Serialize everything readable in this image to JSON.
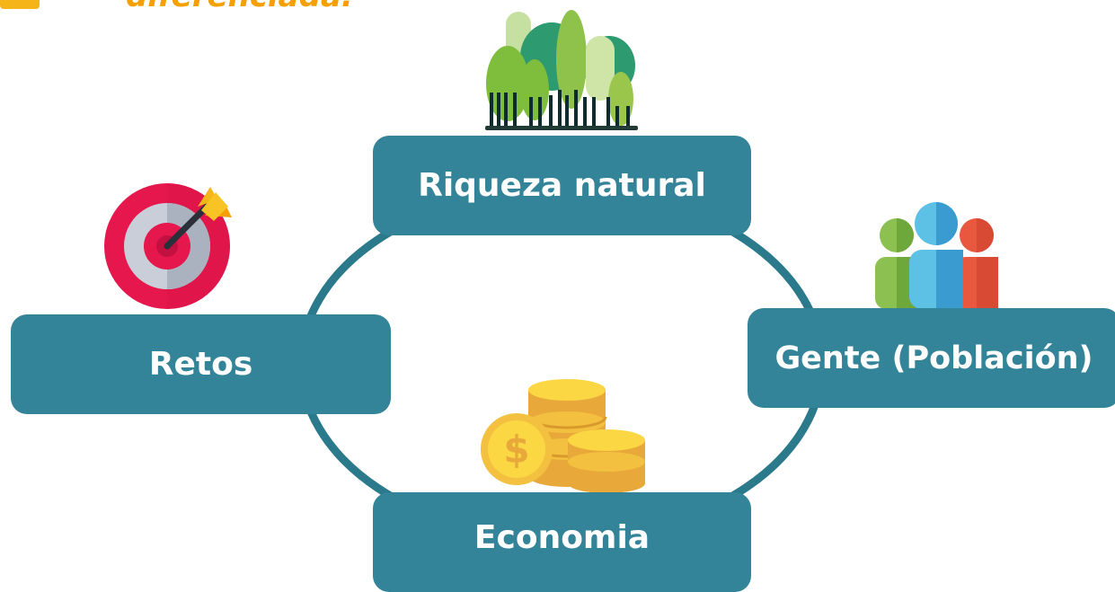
{
  "header": {
    "partial_text": "diferenciada."
  },
  "nodes": {
    "riqueza": "Riqueza natural",
    "retos": "Retos",
    "gente": "Gente (Población)",
    "economia": "Economia"
  },
  "icons": {
    "riqueza": "forest-icon",
    "retos": "target-icon",
    "gente": "people-icon",
    "economia": "coins-icon"
  },
  "colors": {
    "node_fill": "#338498",
    "ring": "#2a7a8c",
    "header_text": "#f5a000",
    "header_marker": "#f5b418"
  }
}
